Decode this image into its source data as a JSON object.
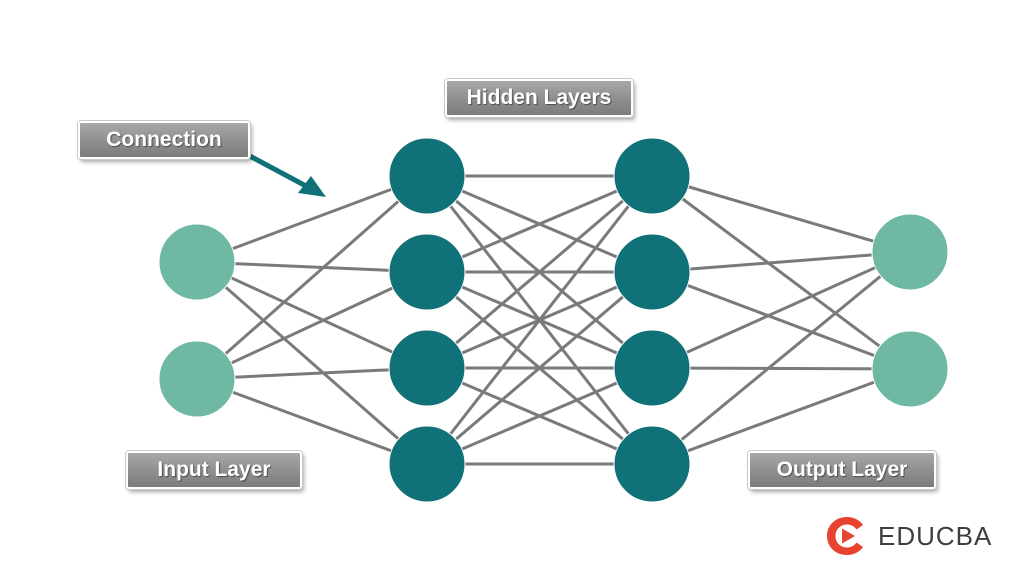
{
  "diagram": {
    "labels": {
      "hidden": "Hidden Layers",
      "connection": "Connection",
      "input": "Input Layer",
      "output": "Output Layer"
    },
    "layers": [
      {
        "name": "input",
        "count": 2,
        "color": "#6fb8a3"
      },
      {
        "name": "hidden-1",
        "count": 4,
        "color": "#107278"
      },
      {
        "name": "hidden-2",
        "count": 4,
        "color": "#107278"
      },
      {
        "name": "output",
        "count": 2,
        "color": "#6fb8a3"
      }
    ],
    "connection_color": "#7a7a7a",
    "arrow_color": "#107278"
  },
  "brand": {
    "name": "EDUCBA",
    "icon": "educba-logo-icon",
    "accent": "#e8432f"
  }
}
